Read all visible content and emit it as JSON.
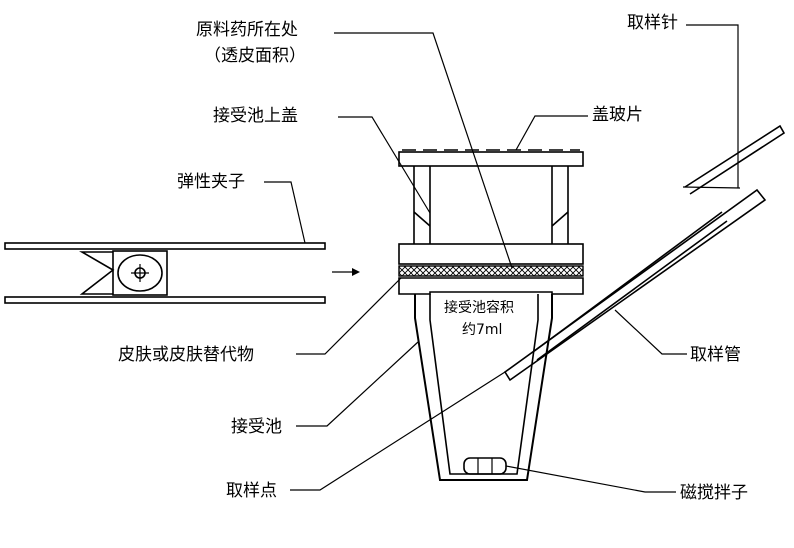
{
  "labels": {
    "raw_drug_line1": "原料药所在处",
    "raw_drug_line2": "（透皮面积）",
    "sampling_needle": "取样针",
    "receiver_cap": "接受池上盖",
    "cover_glass": "盖玻片",
    "elastic_clip": "弹性夹子",
    "receiver_volume_line1": "接受池容积",
    "receiver_volume_line2": "约7ml",
    "skin": "皮肤或皮肤替代物",
    "sampling_tube": "取样管",
    "receiver_pool": "接受池",
    "sampling_point": "取样点",
    "stir_bar": "磁搅拌子"
  },
  "colors": {
    "line": "#000000",
    "background": "#ffffff"
  }
}
